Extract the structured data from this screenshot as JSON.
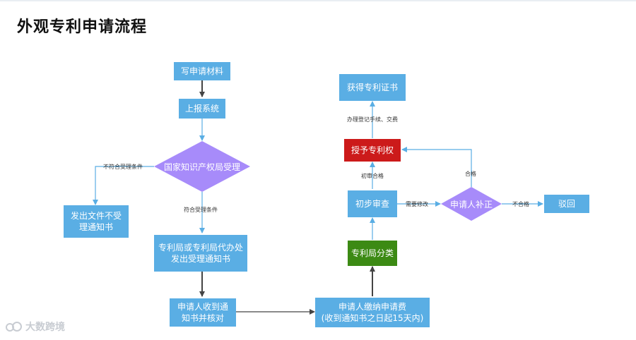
{
  "title": "外观专利申请流程",
  "nodes": {
    "write_materials": "写申请材料",
    "report_system": "上报系统",
    "cnipa_accept": "国家知识产权局受理",
    "not_accept_notice": "发出文件不受\n理通知书",
    "accept_notice": "专利局或专利局代办处\n发出受理通知书",
    "applicant_check": "申请人收到通\n知书并核对",
    "pay_fee": "申请人缴纳申请费\n(收到通知书之日起15天内)",
    "classify": "专利局分类",
    "prelim_exam": "初步审查",
    "applicant_correct": "申请人补正",
    "reject": "驳回",
    "grant": "授予专利权",
    "certificate": "获得专利证书"
  },
  "edge_labels": {
    "not_meet": "不符合受理条件",
    "meet": "符合受理条件",
    "needs_fix": "需要修改",
    "not_ok": "不合格",
    "ok": "合格",
    "prelim_ok": "初审合格",
    "register": "办理登记手续、交费"
  },
  "watermark": "大数跨境",
  "colors": {
    "blue": "#5aaee4",
    "purple": "#a78bfa",
    "red": "#cc1a1a",
    "green": "#3c8a14",
    "arrow_blue": "#5aaee4",
    "arrow_dark": "#444444"
  }
}
